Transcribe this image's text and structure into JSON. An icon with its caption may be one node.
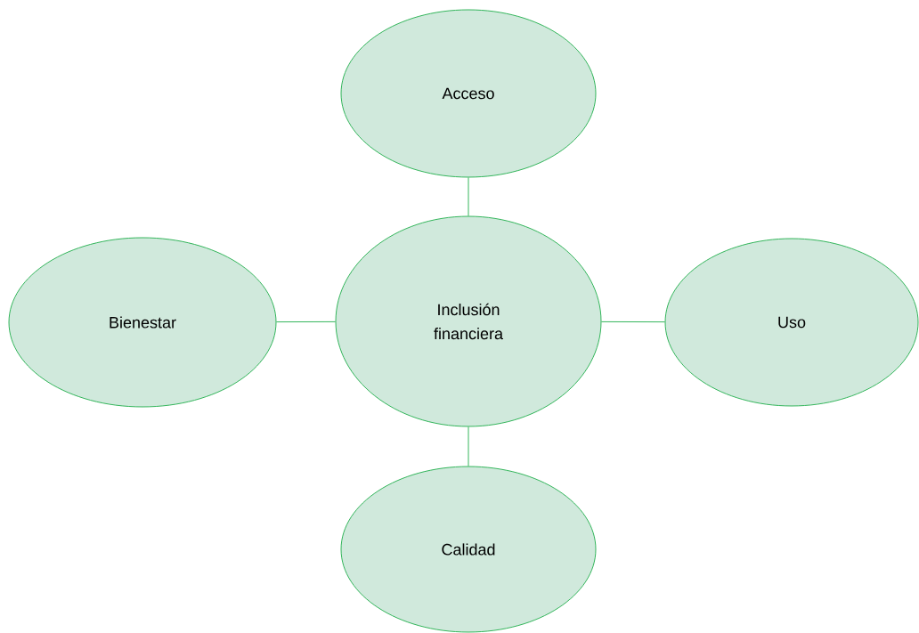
{
  "diagram": {
    "nodes": [
      {
        "text": [
          "Acceso"
        ]
      },
      {
        "text": [
          "Bienestar"
        ]
      },
      {
        "text": [
          "Inclusión financiera"
        ]
      },
      {
        "text": [
          "Uso"
        ]
      },
      {
        "text": [
          "Calidad"
        ]
      }
    ],
    "edges": [
      {
        "from": 2,
        "to": 0,
        "arrow": "none"
      },
      {
        "from": 2,
        "to": 1,
        "arrow": "none"
      },
      {
        "from": 2,
        "to": 3,
        "arrow": "none"
      },
      {
        "from": 2,
        "to": 4,
        "arrow": "none"
      }
    ]
  }
}
